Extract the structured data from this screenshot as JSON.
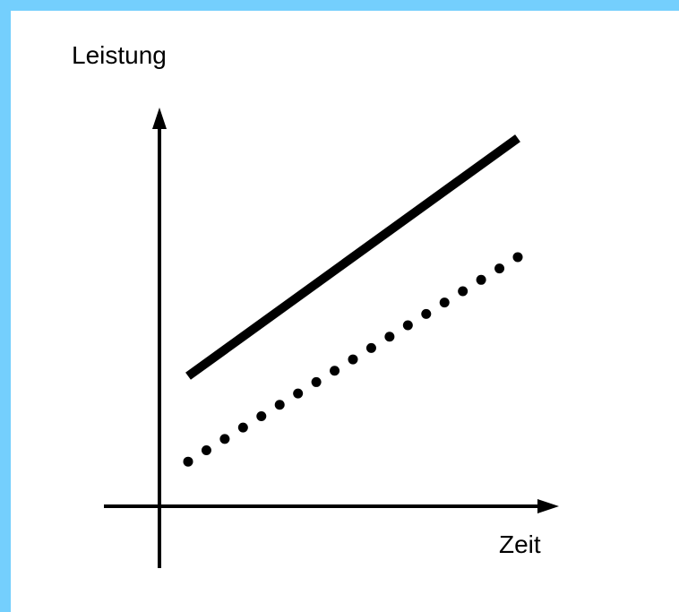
{
  "colors": {
    "frame": "#74cffd",
    "background": "#ffffff",
    "ink": "#000000"
  },
  "chart_data": {
    "type": "line",
    "title": "",
    "xlabel": "Zeit",
    "ylabel": "Leistung",
    "grid": false,
    "legend": "none",
    "xlim": [
      0,
      10
    ],
    "ylim": [
      0,
      10
    ],
    "series": [
      {
        "style": "solid",
        "x": [
          0.8,
          10
        ],
        "y": [
          3.5,
          9.9
        ]
      },
      {
        "style": "dotted",
        "x": [
          0.8,
          10
        ],
        "y": [
          1.2,
          6.7
        ]
      }
    ]
  }
}
